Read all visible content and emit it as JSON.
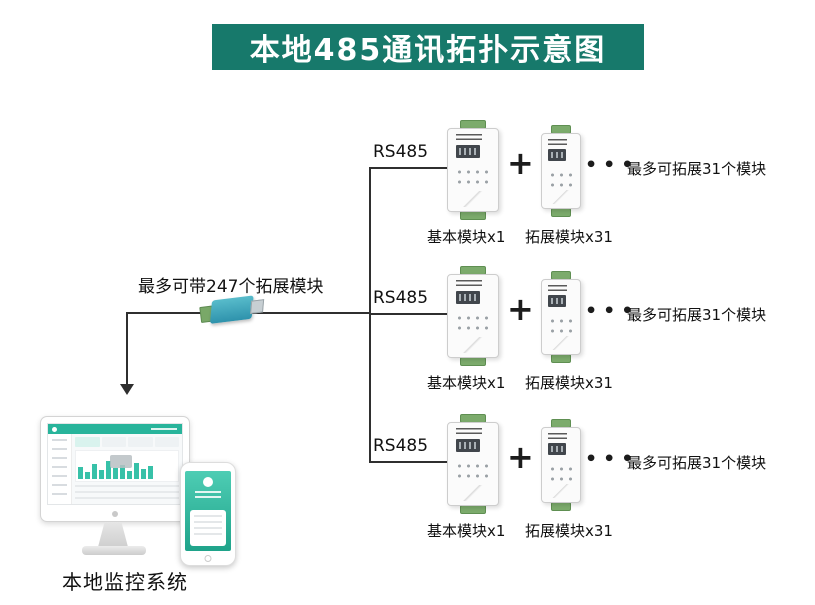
{
  "title": "本地485通讯拓扑示意图",
  "hub": {
    "capacity_label": "最多可带247个拓展模块"
  },
  "monitor": {
    "label": "本地监控系统"
  },
  "branches": [
    {
      "bus_label": "RS485",
      "plus": "+",
      "ellipsis": "•••",
      "max_label": "最多可拓展31个模块",
      "basic_caption": "基本模块x1",
      "expansion_caption": "拓展模块x31"
    },
    {
      "bus_label": "RS485",
      "plus": "+",
      "ellipsis": "•••",
      "max_label": "最多可拓展31个模块",
      "basic_caption": "基本模块x1",
      "expansion_caption": "拓展模块x31"
    },
    {
      "bus_label": "RS485",
      "plus": "+",
      "ellipsis": "•••",
      "max_label": "最多可拓展31个模块",
      "basic_caption": "基本模块x1",
      "expansion_caption": "拓展模块x31"
    }
  ],
  "colors": {
    "title_bg": "#17796b",
    "title_text": "#ffffff",
    "line": "#2f2f2f",
    "terminal_green": "#7cab6c",
    "dashboard_teal": "#28b49b",
    "converter_blue": "#3ea7bd"
  }
}
